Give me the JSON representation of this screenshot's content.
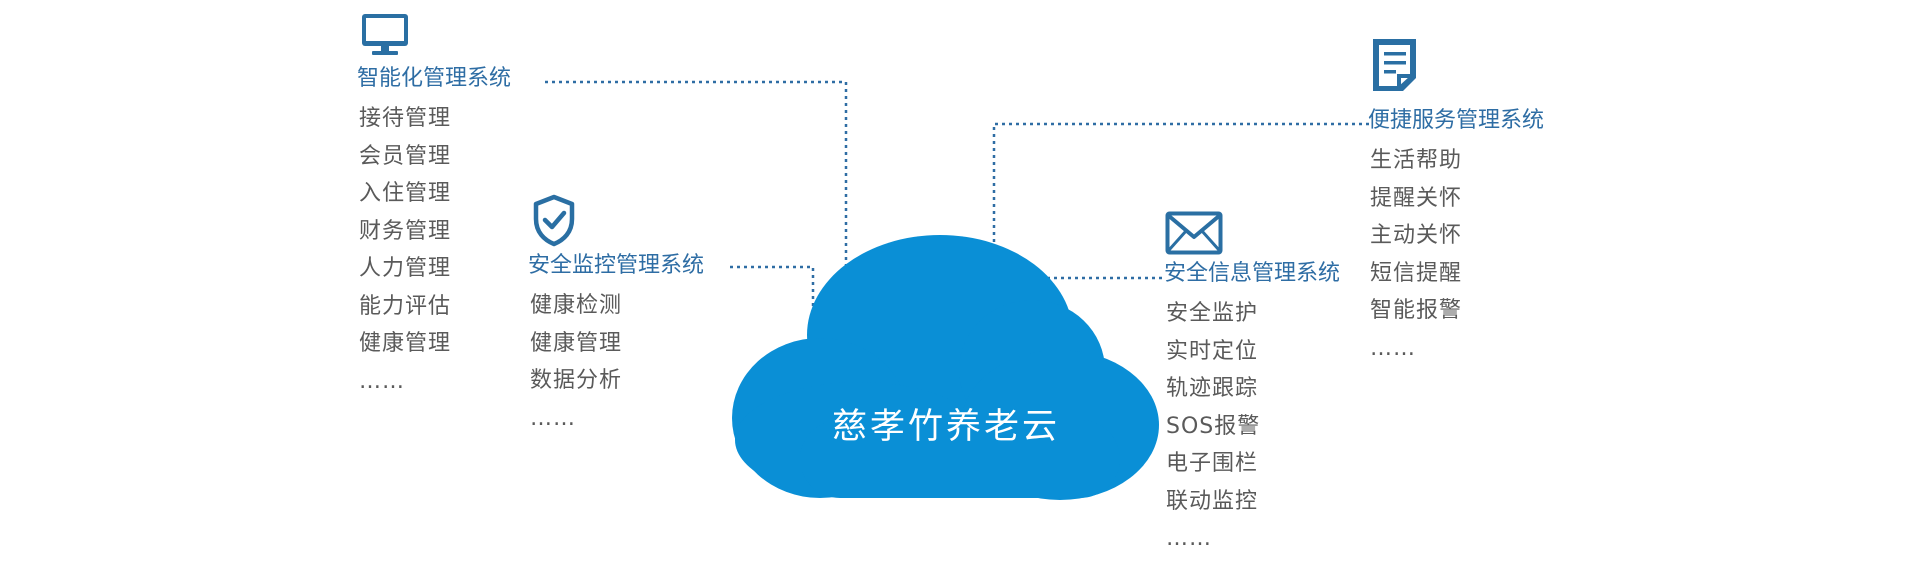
{
  "center": {
    "label": "慈孝竹养老云"
  },
  "colors": {
    "accent": "#0a8fd6",
    "title": "#2e6da4",
    "icon": "#2a6fa3",
    "item": "#5a5a5a",
    "connector": "#2e6da4"
  },
  "groups": {
    "smart": {
      "icon": "monitor-icon",
      "title": "智能化管理系统",
      "items": [
        "接待管理",
        "会员管理",
        "入住管理",
        "财务管理",
        "人力管理",
        "能力评估",
        "健康管理",
        "……"
      ]
    },
    "security": {
      "icon": "shield-check-icon",
      "title": "安全监控管理系统",
      "items": [
        "健康检测",
        "健康管理",
        "数据分析",
        "……"
      ]
    },
    "info": {
      "icon": "envelope-icon",
      "title": "安全信息管理系统",
      "items": [
        "安全监护",
        "实时定位",
        "轨迹跟踪",
        "SOS报警",
        "电子围栏",
        "联动监控",
        "……"
      ]
    },
    "service": {
      "icon": "document-icon",
      "title": "便捷服务管理系统",
      "items": [
        "生活帮助",
        "提醒关怀",
        "主动关怀",
        "短信提醒",
        "智能报警",
        "……"
      ]
    }
  }
}
